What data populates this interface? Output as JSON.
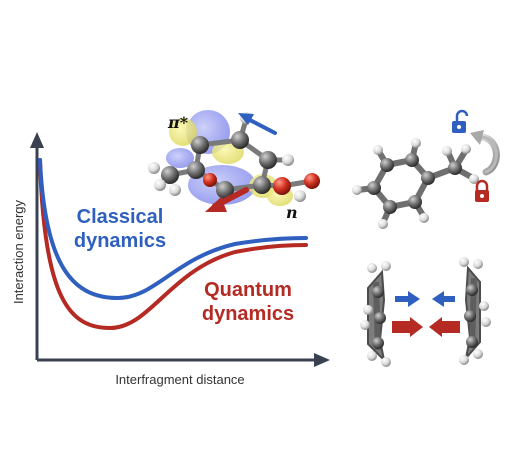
{
  "plot": {
    "ylabel": "Interaction energy",
    "xlabel": "Interfragment distance",
    "classical_label": [
      "Classical",
      "dynamics"
    ],
    "quantum_label": [
      "Quantum",
      "dynamics"
    ]
  },
  "orbitals": {
    "pi_star": "π*",
    "n": "n"
  },
  "colors": {
    "classical": "#2f5fbf",
    "quantum": "#b52a22",
    "axis": "#3a4150",
    "carbon": "#6f6f6f",
    "hydrogen": "#eeeeee",
    "oxygen": "#d23a2a"
  },
  "icons": {
    "unlocked": "unlocked-padlock-icon",
    "locked": "locked-padlock-icon",
    "rotation": "rotation-arrow-icon"
  }
}
